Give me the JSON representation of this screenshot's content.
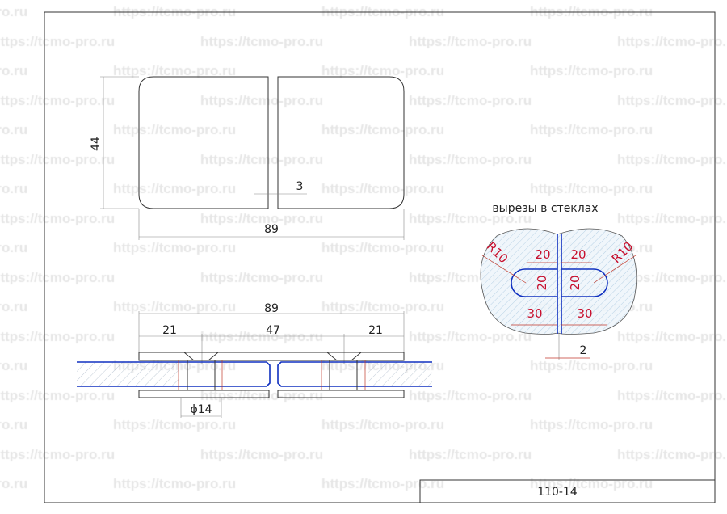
{
  "watermark": "https://tcmo-pro.ru",
  "top_view": {
    "height_dim": "44",
    "width_dim": "89",
    "gap_dim": "3"
  },
  "section_view": {
    "total_dim": "89",
    "left_dim": "21",
    "middle_dim": "47",
    "right_dim": "21",
    "hole_dim": "ϕ14"
  },
  "cutout_detail": {
    "title": "вырезы в стеклах",
    "radius_left": "R10",
    "radius_right": "R10",
    "width_left": "20",
    "width_right": "20",
    "height_left": "20",
    "height_right": "20",
    "depth_left": "30",
    "depth_right": "30",
    "gap": "2"
  },
  "title_block": {
    "code": "110-14"
  },
  "colors": {
    "outline": "#333333",
    "glass": "#1030c0",
    "dimension_red": "#c8102e",
    "watermark": "#e6e6e6"
  }
}
